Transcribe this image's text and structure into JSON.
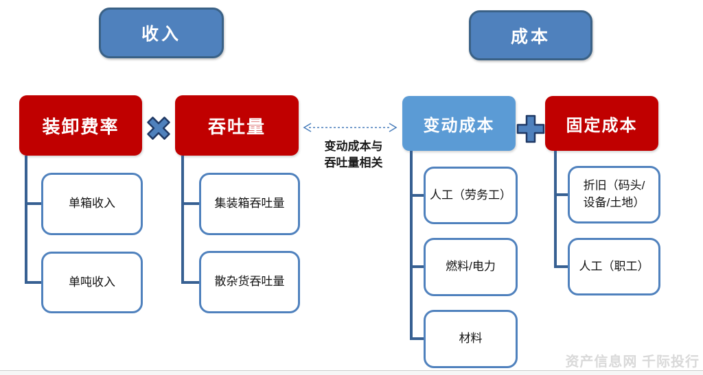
{
  "headers": {
    "revenue": "收入",
    "cost": "成本"
  },
  "groups": [
    {
      "parent": "装卸费率",
      "children": [
        "单箱收入",
        "单吨收入"
      ]
    },
    {
      "parent": "吞吐量",
      "children": [
        "集装箱吞吐量",
        "散杂货吞吐量"
      ]
    },
    {
      "parent": "变动成本",
      "children": [
        "人工（劳务工）",
        "燃料/电力",
        "材料"
      ]
    },
    {
      "parent": "固定成本",
      "children": [
        "折旧（码头/\n设备/土地）",
        "人工（职工）"
      ]
    }
  ],
  "operators": {
    "multiply": "×",
    "plus": "+"
  },
  "icons": {
    "multiply": "multiply-icon",
    "plus": "plus-icon",
    "relation_arrow": "double-headed-dashed-arrow-icon"
  },
  "annotation": "变动成本与\n吞吐量相关",
  "watermark": "资产信息网 千际投行",
  "colors": {
    "red": "#c00000",
    "header_blue": "#4f81bd",
    "header_border_blue": "#3a6186",
    "variable_cost_blue": "#5b9bd5",
    "child_border_blue": "#4f81bd",
    "connector_blue": "#376092",
    "arrow_blue": "#4a7ebb",
    "watermark_gray": "#d9d9d9"
  }
}
